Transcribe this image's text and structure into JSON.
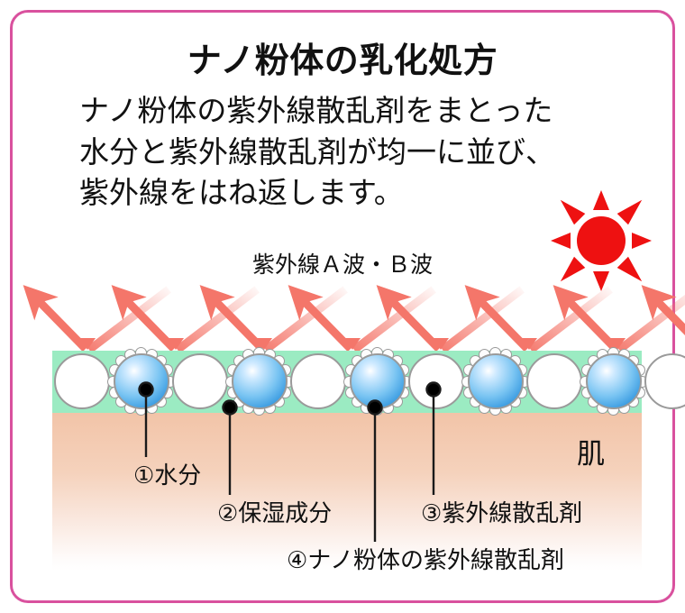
{
  "frame": {
    "border_color": "#d9519e"
  },
  "header": {
    "title": "ナノ粉体の乳化処方",
    "body_lines": [
      "ナノ粉体の紫外線散乱剤をまとった",
      "水分と紫外線散乱剤が均一に並び、",
      "紫外線をはね返します。"
    ]
  },
  "diagram": {
    "uv_label": "紫外線Ａ波・Ｂ波",
    "skin_label": "肌",
    "layers": {
      "emulsion_color": "#9bebc2",
      "skin_color": "#f2c4a8"
    },
    "arrow_color": "#f4766a",
    "sun": {
      "name": "sun-icon",
      "color": "#ee1111",
      "rays": 8
    },
    "particles": {
      "count": 11,
      "sequence": [
        "water",
        "uv",
        "water",
        "uv",
        "water",
        "uv",
        "water",
        "uv",
        "water",
        "uv",
        "water"
      ],
      "water_fill": "#ffffff",
      "uv_fill": "#3e9ee2",
      "bead_count": 16
    }
  },
  "callouts": [
    {
      "id": 1,
      "label": "①水分"
    },
    {
      "id": 2,
      "label": "②保湿成分"
    },
    {
      "id": 3,
      "label": "③紫外線散乱剤"
    },
    {
      "id": 4,
      "label": "④ナノ粉体の紫外線散乱剤"
    }
  ]
}
